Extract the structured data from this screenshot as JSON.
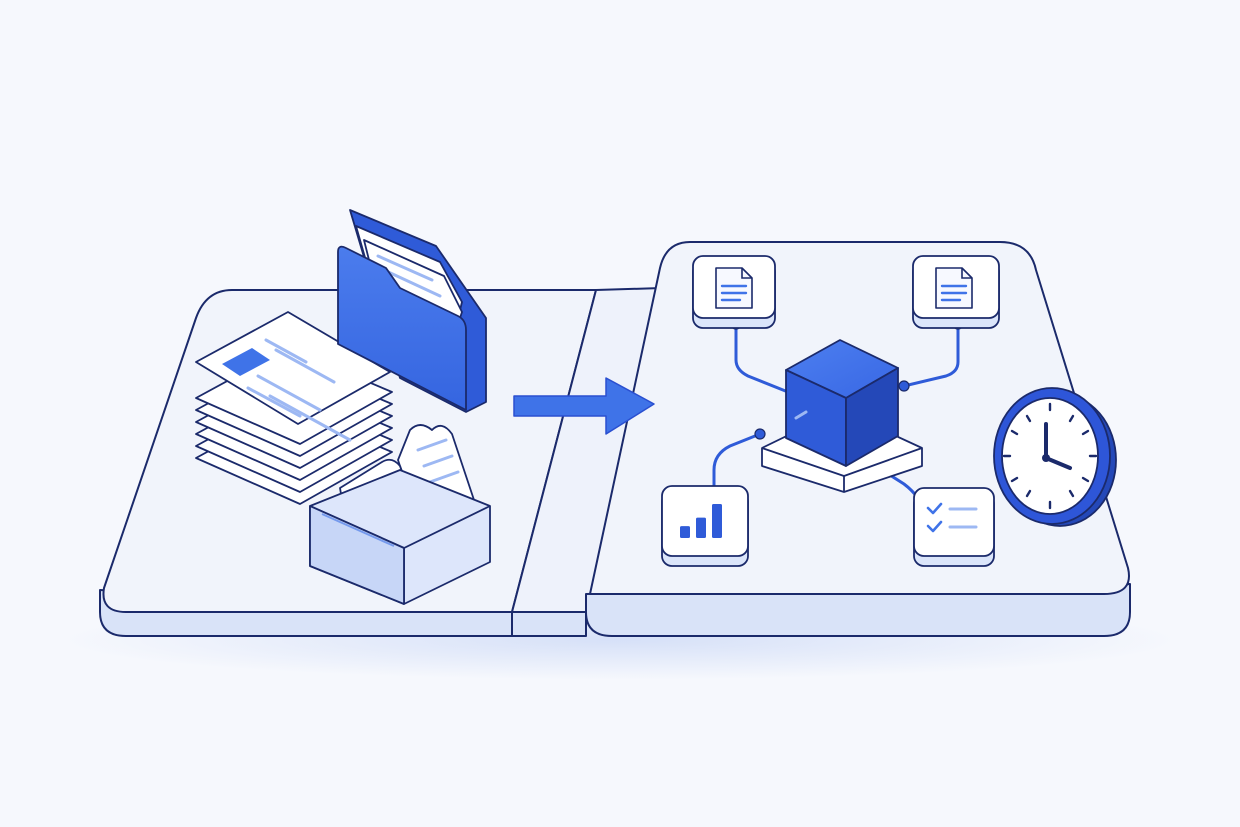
{
  "colors": {
    "background": "#f6f8fd",
    "platform_top": "#f1f4fb",
    "platform_side": "#d9e3f8",
    "outline": "#1b2a6b",
    "accent_blue": "#3f73e8",
    "accent_dark": "#2a4fd0",
    "accent_light": "#9db8f3",
    "paper": "#ffffff",
    "clock_ring": "#2e56d8"
  },
  "icons": {
    "document_stack": "stacked-papers-icon",
    "folder": "open-folder-icon",
    "receipt_tray": "receipt-tray-icon",
    "flow_arrow": "right-arrow-icon",
    "hub": "processing-cube-icon",
    "doc_out_a": "document-icon",
    "doc_out_b": "document-icon",
    "chart": "bar-chart-icon",
    "checklist": "checklist-icon",
    "clock": "clock-icon"
  },
  "chart_card": {
    "bars": [
      0.35,
      0.6,
      1.0
    ]
  },
  "clock": {
    "hour_hand": "3",
    "minute_hand": "12"
  }
}
